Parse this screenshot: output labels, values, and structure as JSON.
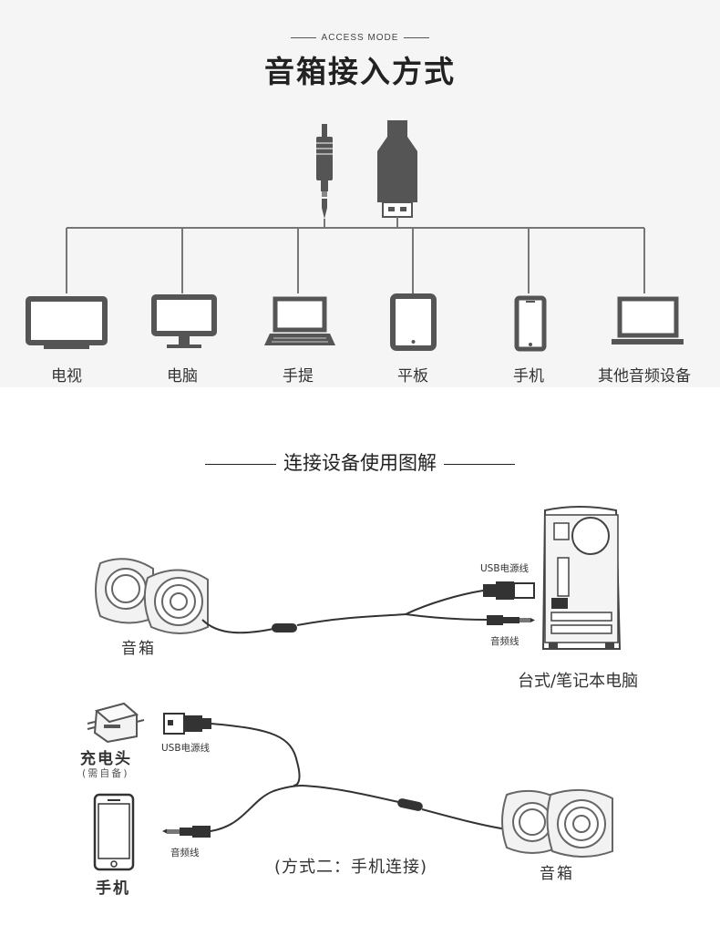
{
  "header": {
    "subtitle": "ACCESS MODE",
    "title": "音箱接入方式"
  },
  "devices": [
    {
      "label": "电视",
      "icon": "tv-icon"
    },
    {
      "label": "电脑",
      "icon": "monitor-icon"
    },
    {
      "label": "手提",
      "icon": "laptop-icon"
    },
    {
      "label": "平板",
      "icon": "tablet-icon"
    },
    {
      "label": "手机",
      "icon": "phone-icon"
    },
    {
      "label": "其他音频设备",
      "icon": "laptop-icon"
    }
  ],
  "diagram": {
    "heading": "连接设备使用图解",
    "computer_setup": {
      "speaker_label": "音箱",
      "usb_label": "USB电源线",
      "audio_label": "音频线",
      "computer_label": "台式/笔记本电脑"
    },
    "phone_setup": {
      "charger_label": "充电头",
      "charger_note": "(需自备)",
      "usb_label": "USB电源线",
      "audio_label": "音频线",
      "phone_label": "手机",
      "mode_label": "(方式二：手机连接)",
      "speaker_label": "音箱"
    }
  },
  "colors": {
    "background": "#ffffff",
    "band": "#f5f5f5",
    "icon": "#555555",
    "line": "#777777"
  }
}
